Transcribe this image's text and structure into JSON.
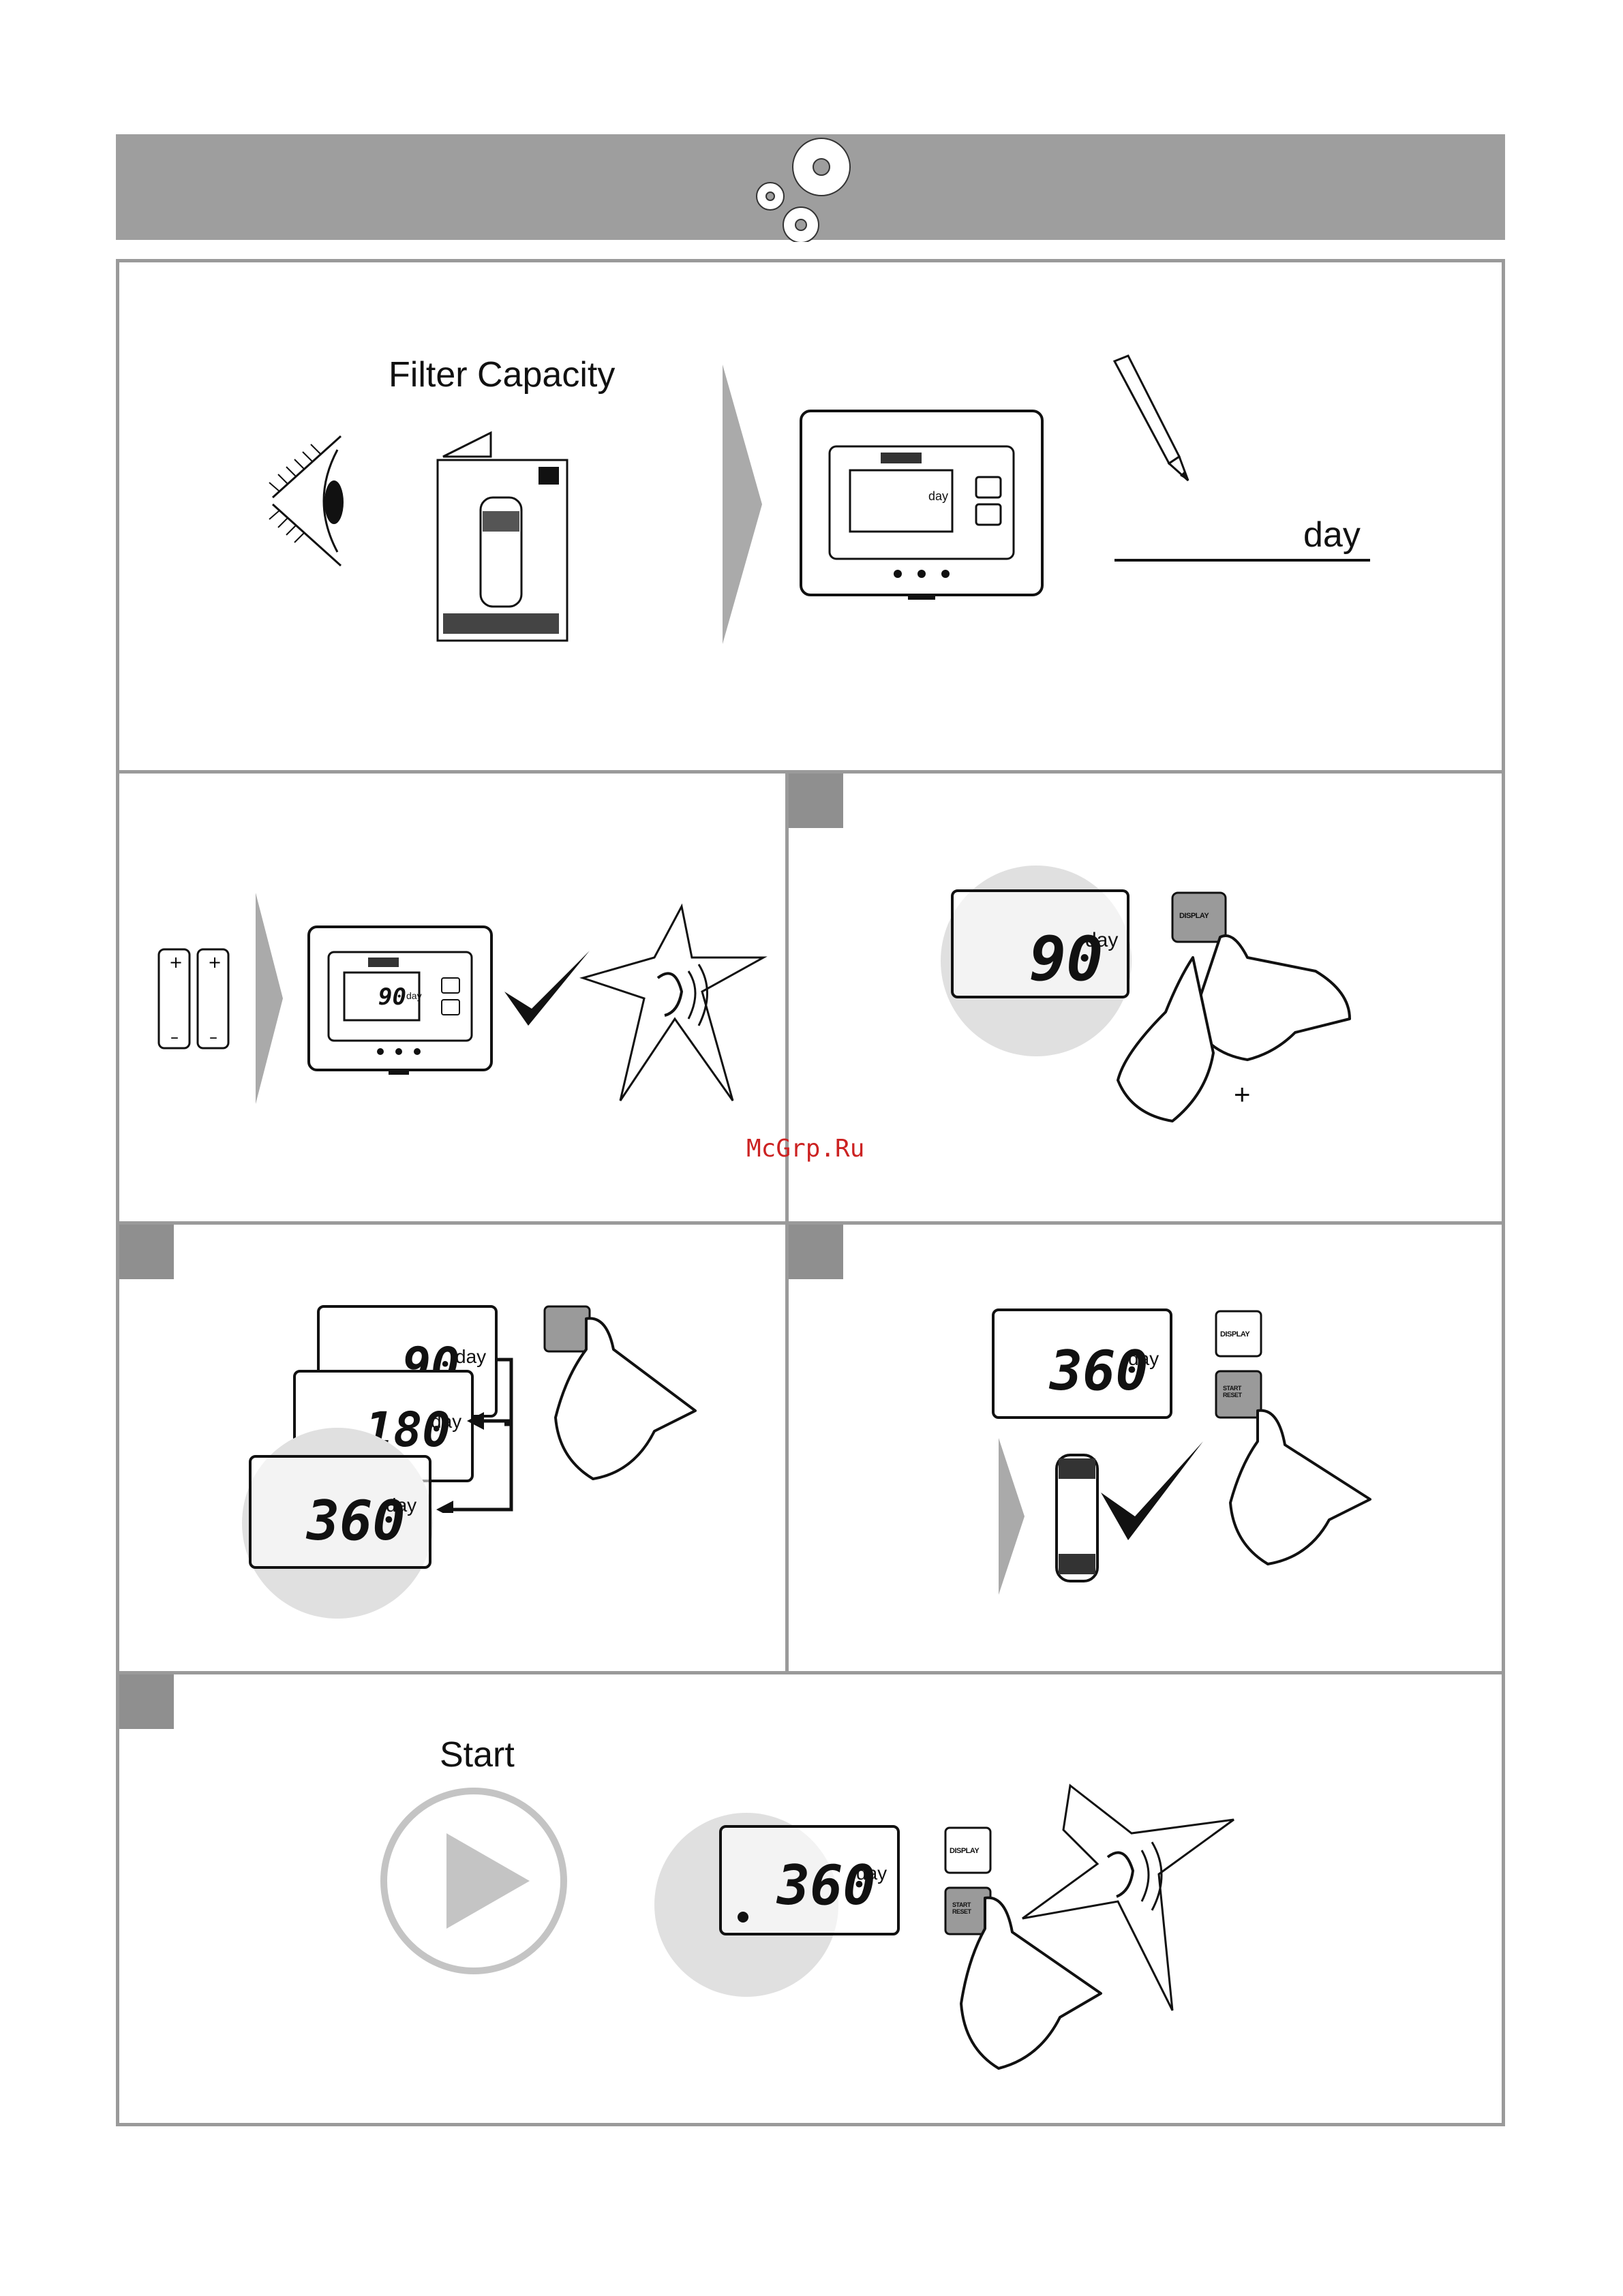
{
  "header": {
    "icon": "gears-icon"
  },
  "step1": {
    "caption": "Filter Capacity",
    "unit_label": "day",
    "device_lcd_day": "day"
  },
  "step2": {
    "lcd_value": "90",
    "lcd_day": "day"
  },
  "step3": {
    "lcd_value": "90",
    "lcd_day": "day",
    "button_display": "DISPLAY",
    "plus": "+"
  },
  "step4": {
    "values": [
      "90",
      "180",
      "360"
    ],
    "day": "day"
  },
  "step5": {
    "lcd_value": "360",
    "lcd_day": "day",
    "button_display": "DISPLAY",
    "button_start": "START RESET"
  },
  "step6": {
    "caption": "Start",
    "lcd_value": "360",
    "lcd_day": "day",
    "button_display": "DISPLAY",
    "button_start": "START RESET"
  },
  "watermark": "McGrp.Ru",
  "colors": {
    "bar": "#9e9e9e",
    "frame": "#9a9a9a",
    "light_gray": "#d8d8d8",
    "watermark": "#cc2222"
  }
}
